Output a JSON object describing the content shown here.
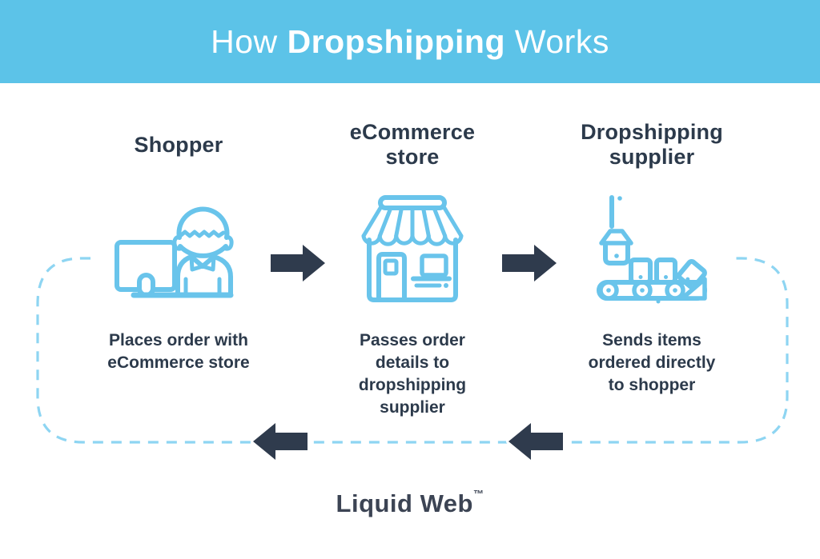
{
  "header": {
    "title": {
      "prefix": "How ",
      "highlight": "Dropshipping",
      "suffix": " Works"
    }
  },
  "columns": [
    {
      "title": "Shopper",
      "icon": "shopper-at-computer",
      "description": "Places order with\neCommerce store"
    },
    {
      "title": "eCommerce\nstore",
      "icon": "storefront",
      "description": "Passes order\ndetails to\ndropshipping\nsupplier"
    },
    {
      "title": "Dropshipping\nsupplier",
      "icon": "fulfillment-conveyor",
      "description": "Sends items\nordered directly\nto shopper"
    }
  ],
  "footer": {
    "brand": "Liquid Web",
    "trademark": "™"
  },
  "colors": {
    "header_bg": "#5CC3E8",
    "icon_stroke": "#69C4EB",
    "dashed_loop": "#8ED5F2",
    "arrow": "#2F3B4D",
    "text": "#2C3A4B",
    "logo": "#3C4454"
  }
}
